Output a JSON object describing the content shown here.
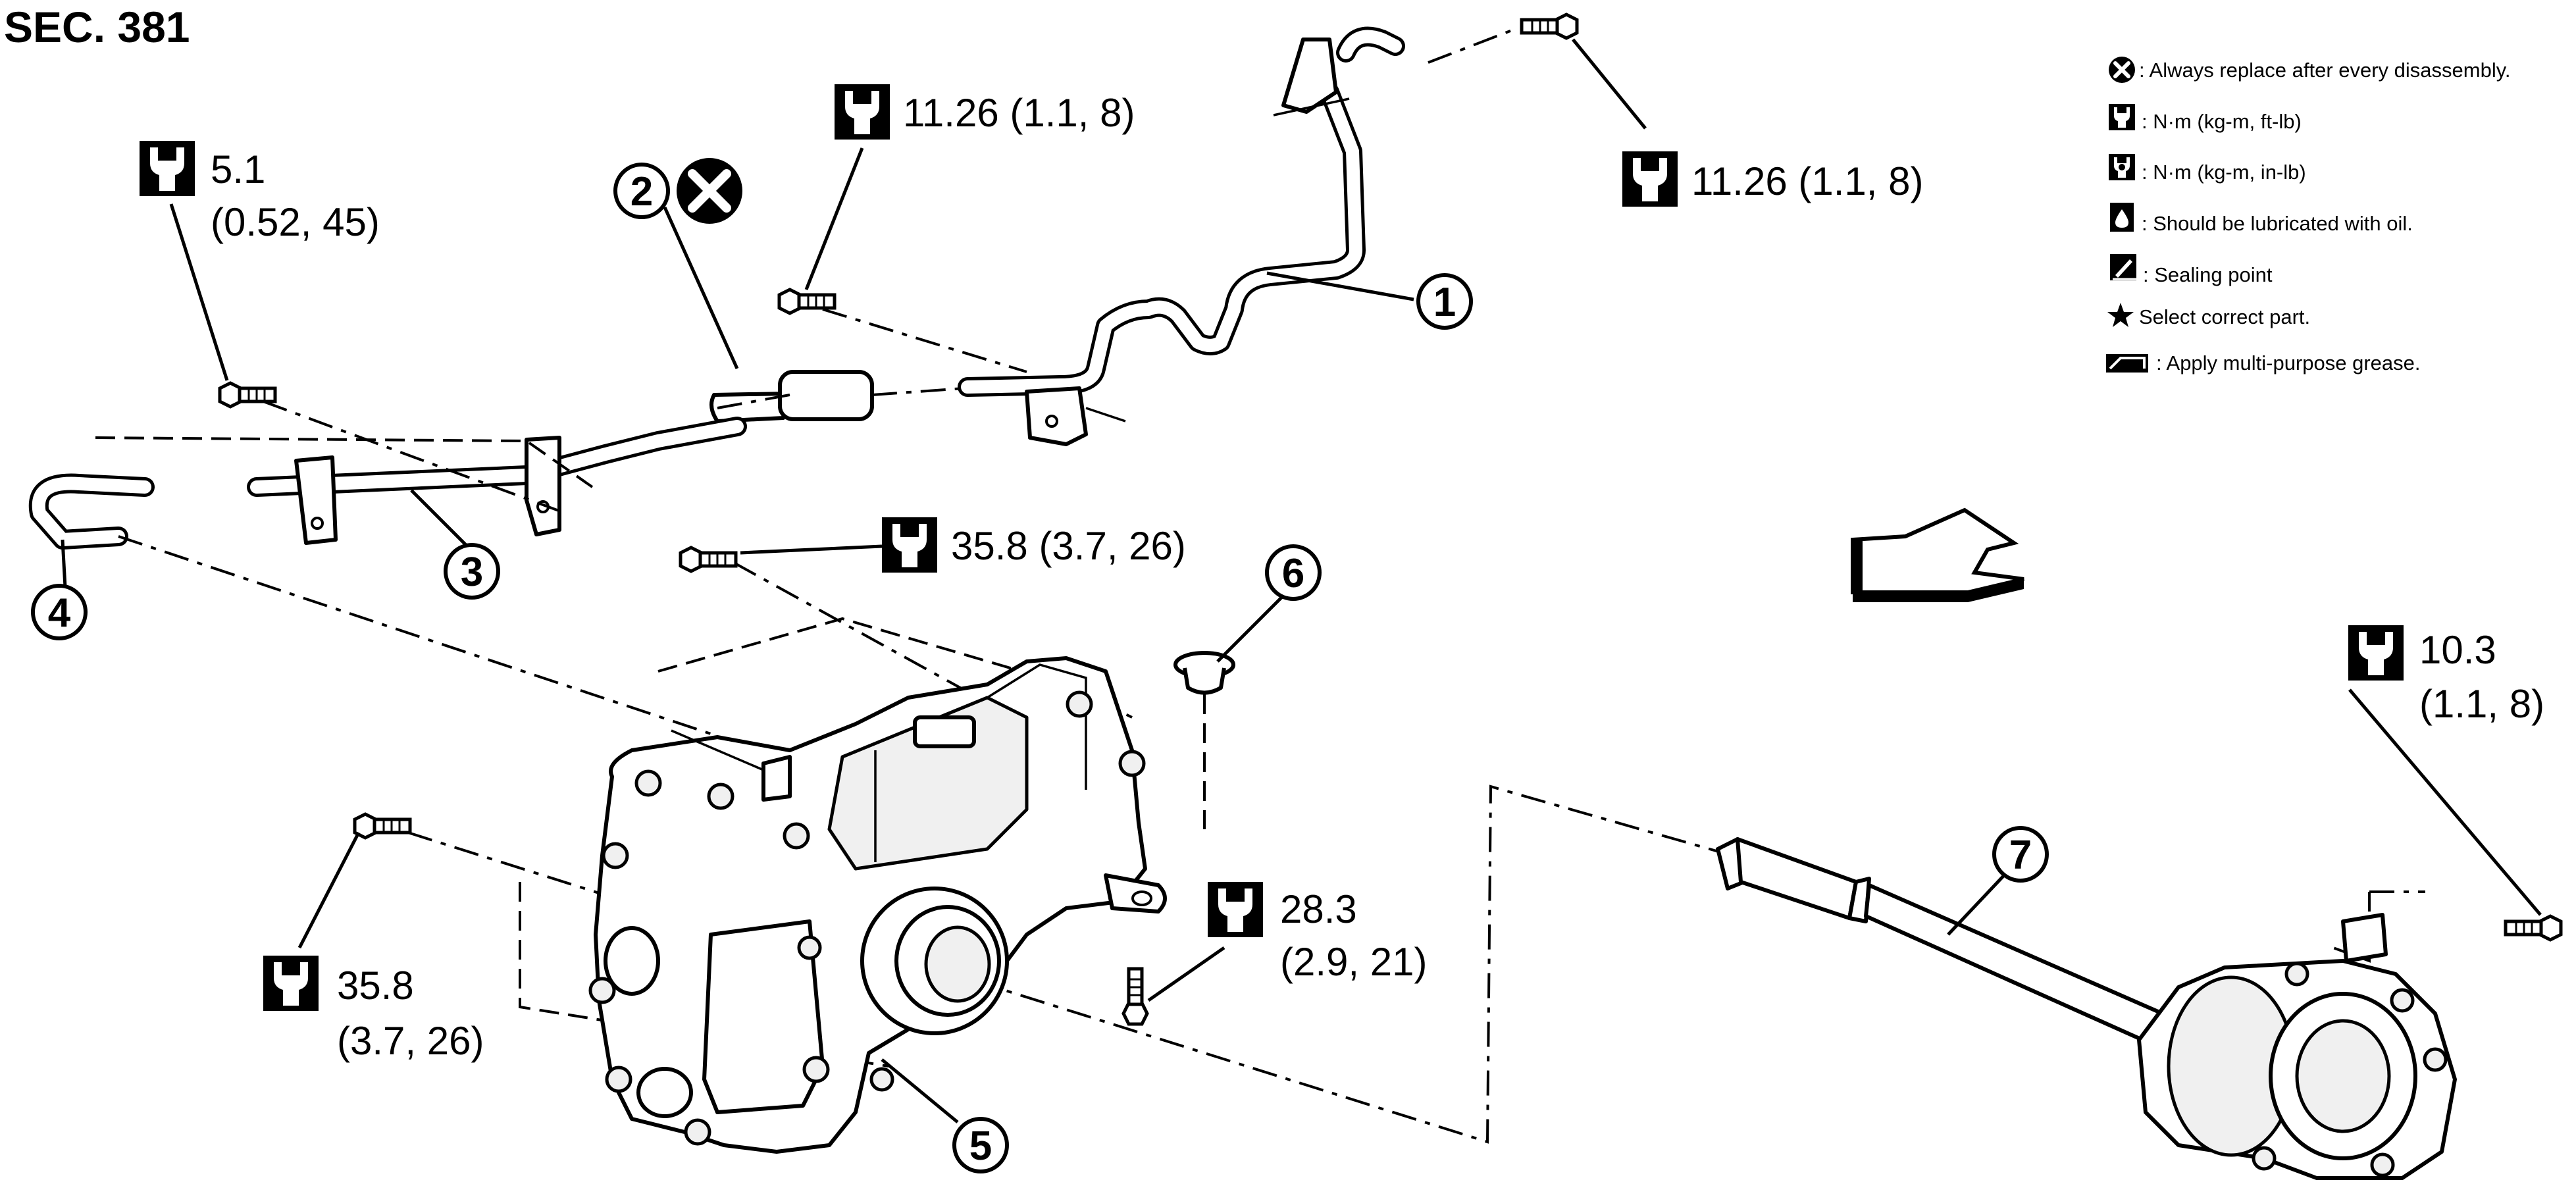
{
  "section": "SEC. 381",
  "torque_callouts": [
    {
      "id": "t1",
      "line1": "11.26 (1.1, 8)",
      "line2": ""
    },
    {
      "id": "t2",
      "line1": "11.26 (1.1, 8)",
      "line2": ""
    },
    {
      "id": "t3",
      "line1": "5.1",
      "line2": "(0.52, 45)"
    },
    {
      "id": "t4",
      "line1": "35.8 (3.7, 26)",
      "line2": ""
    },
    {
      "id": "t5",
      "line1": "10.3",
      "line2": "(1.1, 8)"
    },
    {
      "id": "t6",
      "line1": "28.3",
      "line2": "(2.9, 21)"
    },
    {
      "id": "t7",
      "line1": "35.8",
      "line2": "(3.7, 26)"
    }
  ],
  "part_numbers": [
    "1",
    "2",
    "3",
    "4",
    "5",
    "6",
    "7"
  ],
  "legend": [
    {
      "icon": "always-replace-icon",
      "text": ": Always replace after every disassembly."
    },
    {
      "icon": "torque-wrench-icon",
      "text": ": N·m (kg-m, ft-lb)"
    },
    {
      "icon": "torque-wrench-inlb-icon",
      "text": ": N·m (kg-m, in-lb)"
    },
    {
      "icon": "oil-lubricate-icon",
      "text": ": Should be lubricated with oil."
    },
    {
      "icon": "sealing-point-icon",
      "text": ": Sealing point"
    },
    {
      "icon": "star-icon",
      "text": "Select correct part."
    },
    {
      "icon": "grease-icon",
      "text": ": Apply multi-purpose grease."
    }
  ],
  "colors": {
    "ink": "#000000",
    "paper": "#ffffff"
  }
}
